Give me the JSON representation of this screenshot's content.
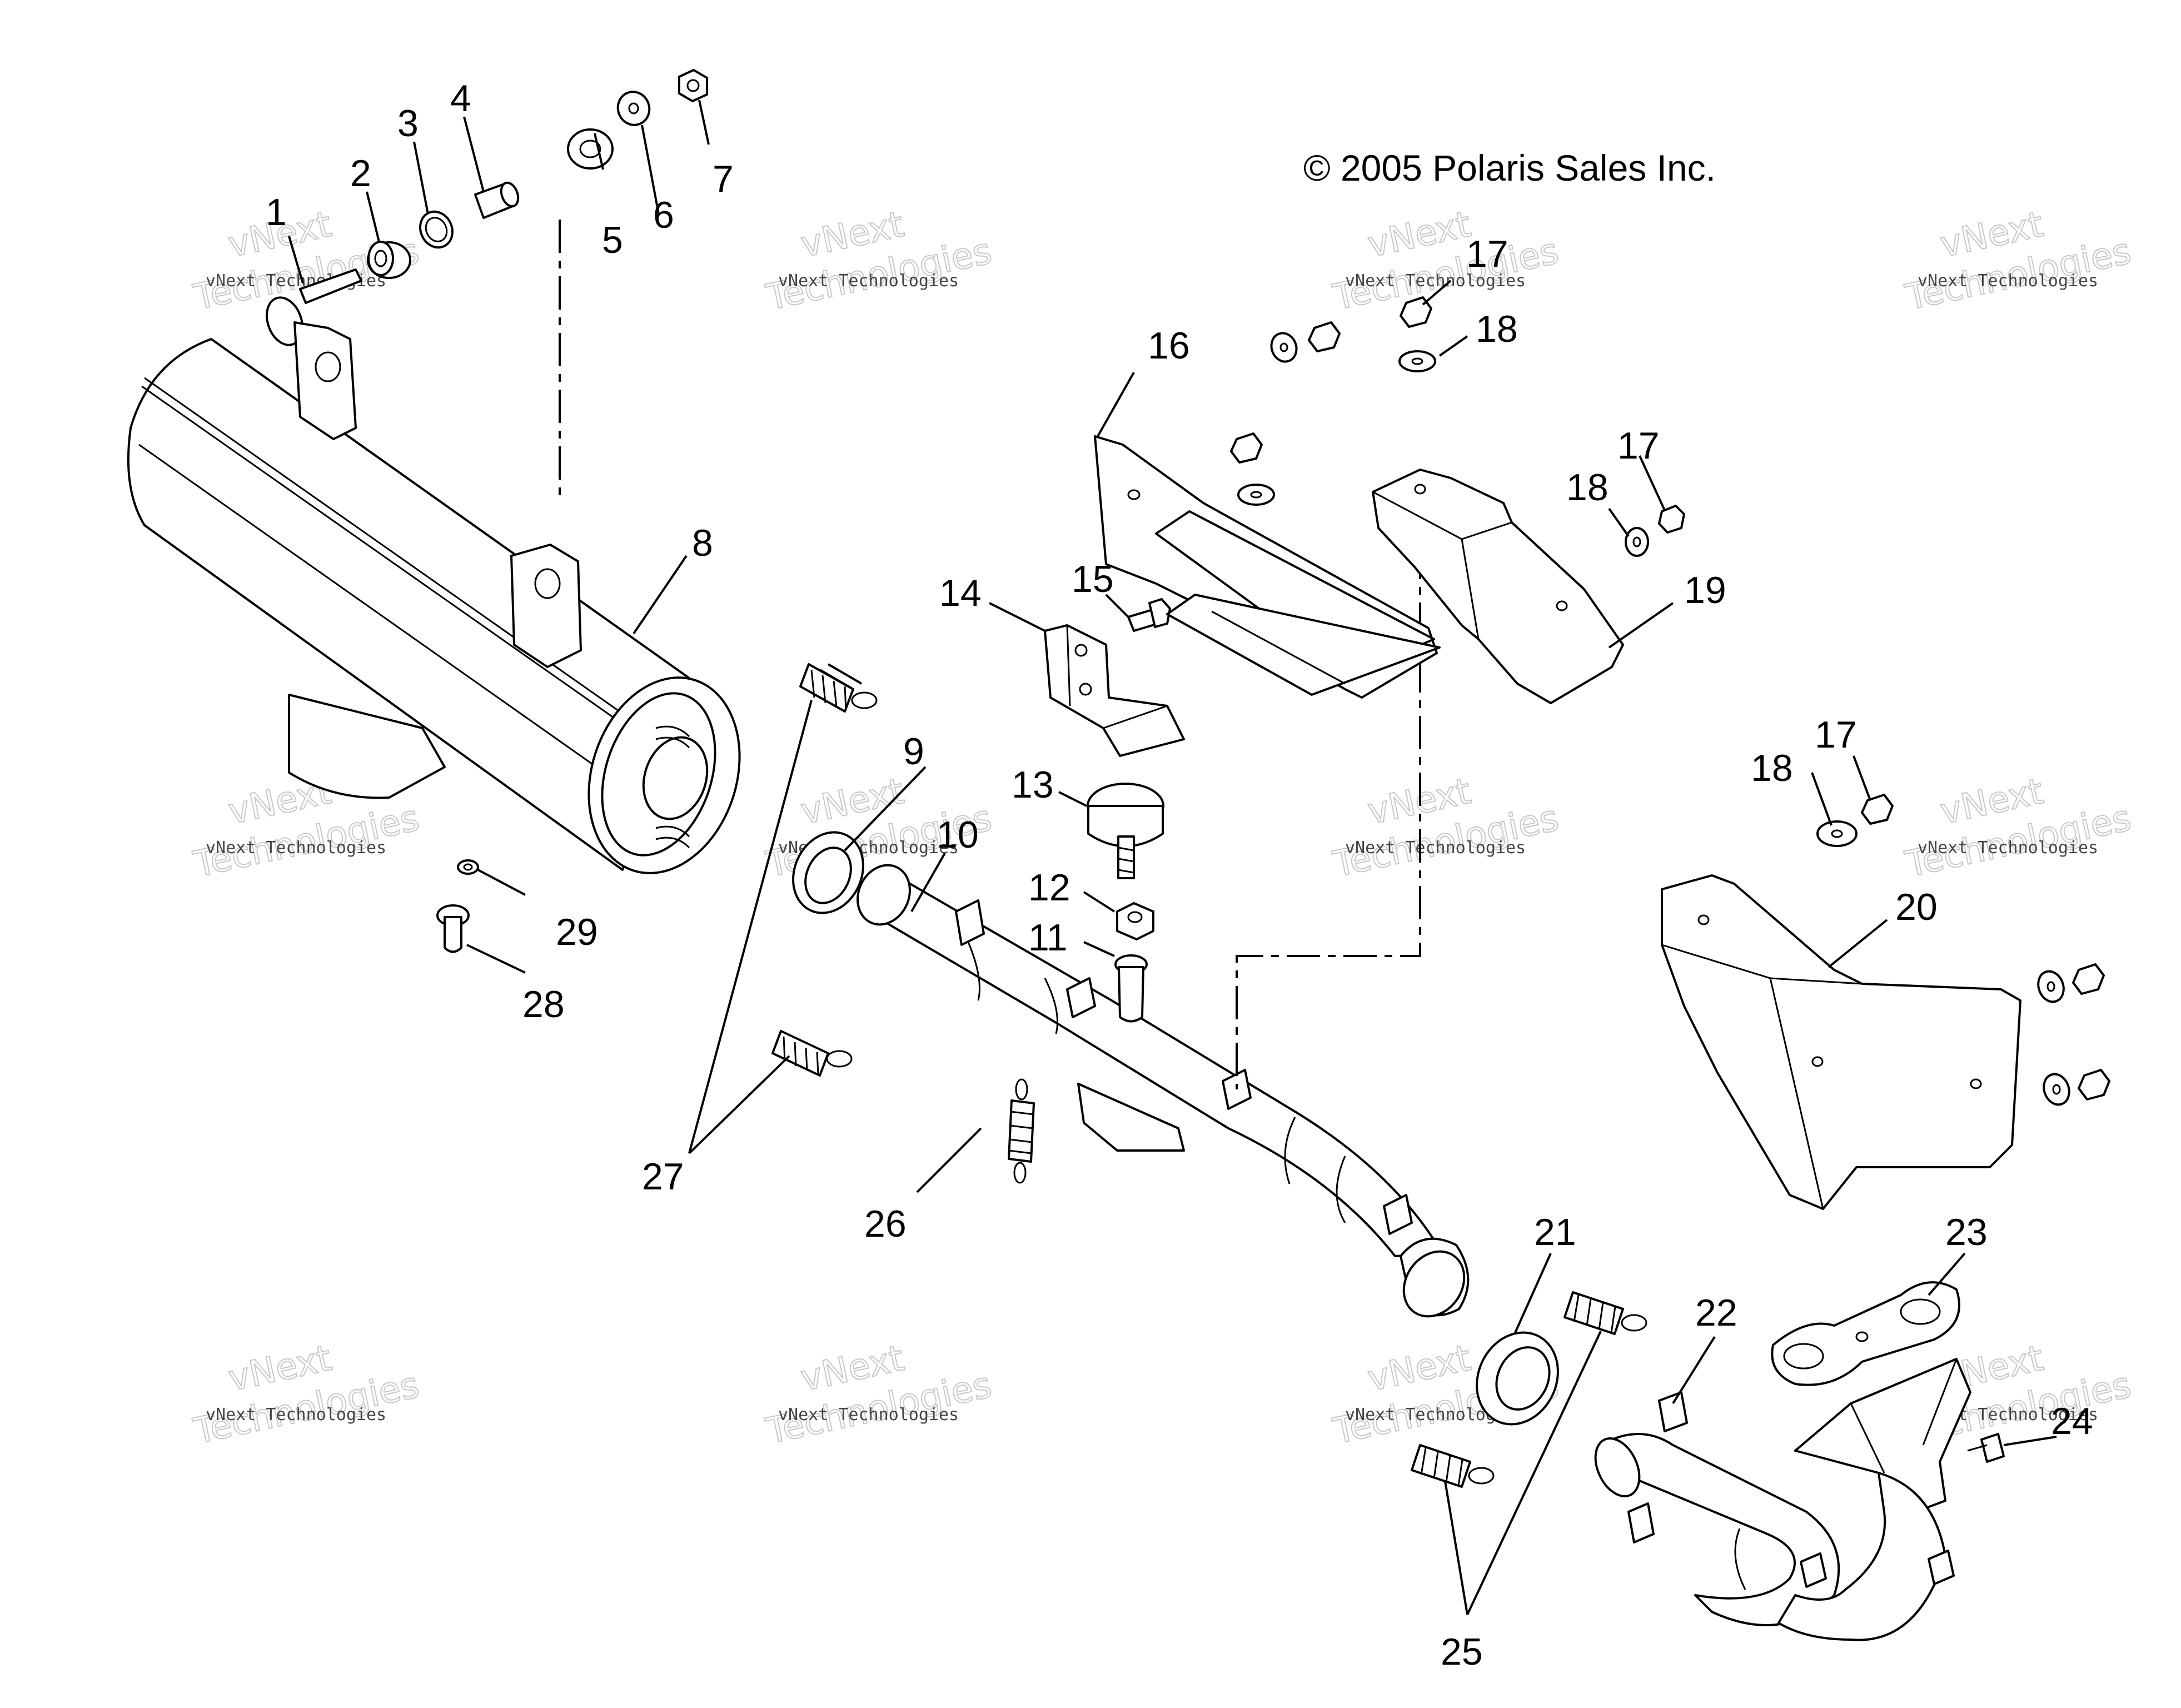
{
  "copyright": "© 2005 Polaris Sales Inc.",
  "watermark": {
    "line1": "vNext Technologies",
    "line2": "Technologies",
    "line3": "vNext"
  },
  "callouts": [
    "1",
    "2",
    "3",
    "4",
    "5",
    "6",
    "7",
    "8",
    "9",
    "10",
    "11",
    "12",
    "13",
    "14",
    "15",
    "16",
    "17",
    "18",
    "19",
    "20",
    "21",
    "22",
    "23",
    "24",
    "25",
    "26",
    "27",
    "28",
    "29"
  ]
}
